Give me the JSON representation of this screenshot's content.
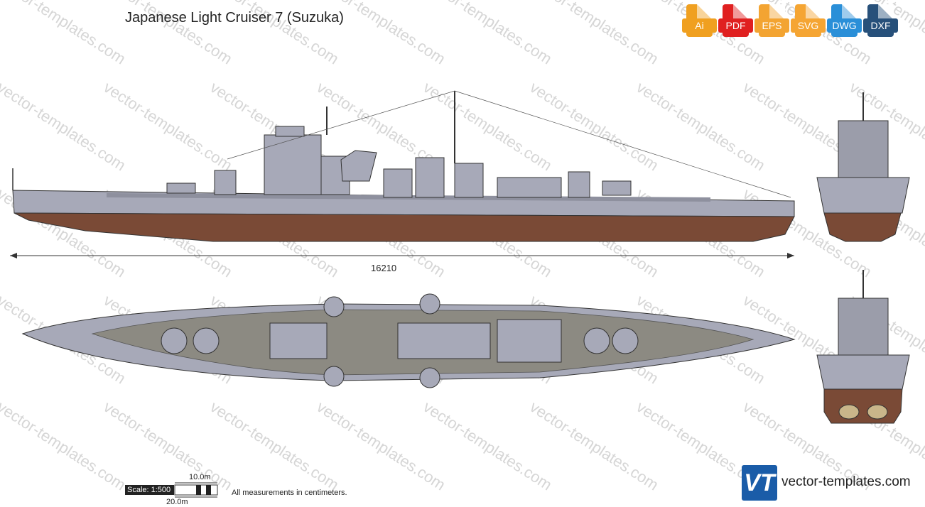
{
  "title": "Japanese Light Cruiser 7 (Suzuka)",
  "watermark_text": "vector-templates.com",
  "formats": [
    {
      "label": "Ai",
      "color": "#f0a020"
    },
    {
      "label": "PDF",
      "color": "#e02020"
    },
    {
      "label": "EPS",
      "color": "#f3a432"
    },
    {
      "label": "SVG",
      "color": "#f5a533"
    },
    {
      "label": "DWG",
      "color": "#2a8fd8"
    },
    {
      "label": "DXF",
      "color": "#27507a"
    }
  ],
  "dimension": "16210",
  "scale": {
    "label": "Scale: 1:500",
    "ten": "10.0m",
    "twenty": "20.0m"
  },
  "measurements_note": "All measurements in centimeters.",
  "logo": "VT",
  "site": "vector-templates.com",
  "colors": {
    "hull_gray": "#a7a9b8",
    "hull_red": "#7a4a36",
    "deck": "#8c8a82"
  }
}
